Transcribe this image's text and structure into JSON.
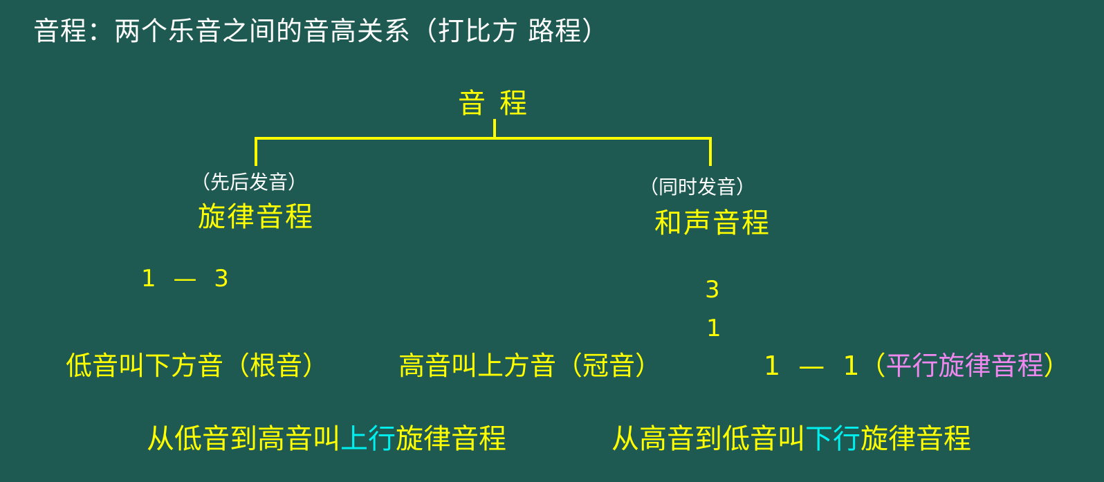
{
  "title": "音程：两个乐音之间的音高关系（打比方  路程）",
  "diagram": {
    "root": "音程",
    "left": {
      "note": "（先后发音）",
      "label": "旋律音程",
      "example": "1 — 3"
    },
    "right": {
      "note": "（同时发音）",
      "label": "和声音程",
      "example_top": "3",
      "example_bottom": "1"
    }
  },
  "row1": {
    "lower_note": "低音叫下方音（根音）",
    "upper_note": "高音叫上方音（冠音）",
    "parallel_prefix": "1 — 1（",
    "parallel_label": "平行旋律音程",
    "parallel_suffix": "）"
  },
  "row2": {
    "ascending": {
      "prefix": "从低音到高音叫",
      "highlight": "上行",
      "suffix": "旋律音程"
    },
    "descending": {
      "prefix": "从高音到低音叫",
      "highlight": "下行",
      "suffix": "旋律音程"
    }
  },
  "colors": {
    "background": "#1e5a52",
    "primary": "#ffff00",
    "title": "#ffffff",
    "highlight": "#00f0f0",
    "parallel": "#ee88ee"
  }
}
